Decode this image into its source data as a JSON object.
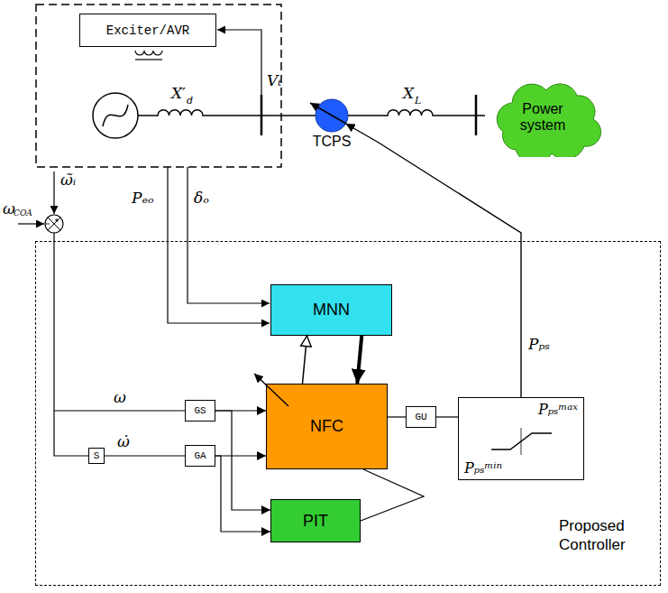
{
  "diagram": {
    "nodes": [
      {
        "text": [
          "Proposed Controller"
        ]
      },
      {
        "text": [
          "Exciter/AVR"
        ]
      },
      {
        "text": [
          "TCPS"
        ]
      },
      {
        "text": [
          "Power system"
        ]
      },
      {
        "text": [
          "MNN"
        ],
        "in": 0
      },
      {
        "text": [
          "NFC"
        ],
        "in": 0
      },
      {
        "text": [
          "PIT"
        ],
        "in": 0
      },
      {
        "text": [
          "GS"
        ],
        "in": 0
      },
      {
        "text": [
          "S"
        ],
        "in": 0
      },
      {
        "text": [
          "GA"
        ],
        "in": 0
      },
      {
        "text": [
          "GU"
        ],
        "in": 0
      },
      {
        "text": [
          "Pₚₛᵐᵃˣ",
          "Pₚₛᵐⁱⁿ"
        ],
        "in": 0
      }
    ],
    "edges": [
      {
        "from": 4,
        "to": 5,
        "arrow": "to"
      },
      {
        "from": 5,
        "to": 4,
        "arrow": "to"
      },
      {
        "from": 7,
        "to": 5,
        "arrow": "to"
      },
      {
        "from": 9,
        "to": 5,
        "arrow": "to"
      },
      {
        "from": 7,
        "to": 6,
        "arrow": "to"
      },
      {
        "from": 9,
        "to": 6,
        "arrow": "to"
      },
      {
        "from": 8,
        "to": 9,
        "arrow": "none"
      },
      {
        "from": 5,
        "to": 10,
        "arrow": "none"
      },
      {
        "from": 10,
        "to": 11,
        "arrow": "none"
      },
      {
        "from": 11,
        "to": 2,
        "arrow": "to"
      },
      {
        "from": 6,
        "to": 5,
        "arrow": "none"
      },
      {
        "from": 2,
        "to": 3,
        "arrow": "none"
      }
    ],
    "labels": [
      "Vₜ",
      "X′",
      "d",
      "X",
      "L",
      "ω̃ᵢ",
      "ω",
      "COA",
      "Pₑₒ",
      "δₒ",
      "ω",
      "ω̇",
      "Pₚₛ"
    ]
  }
}
